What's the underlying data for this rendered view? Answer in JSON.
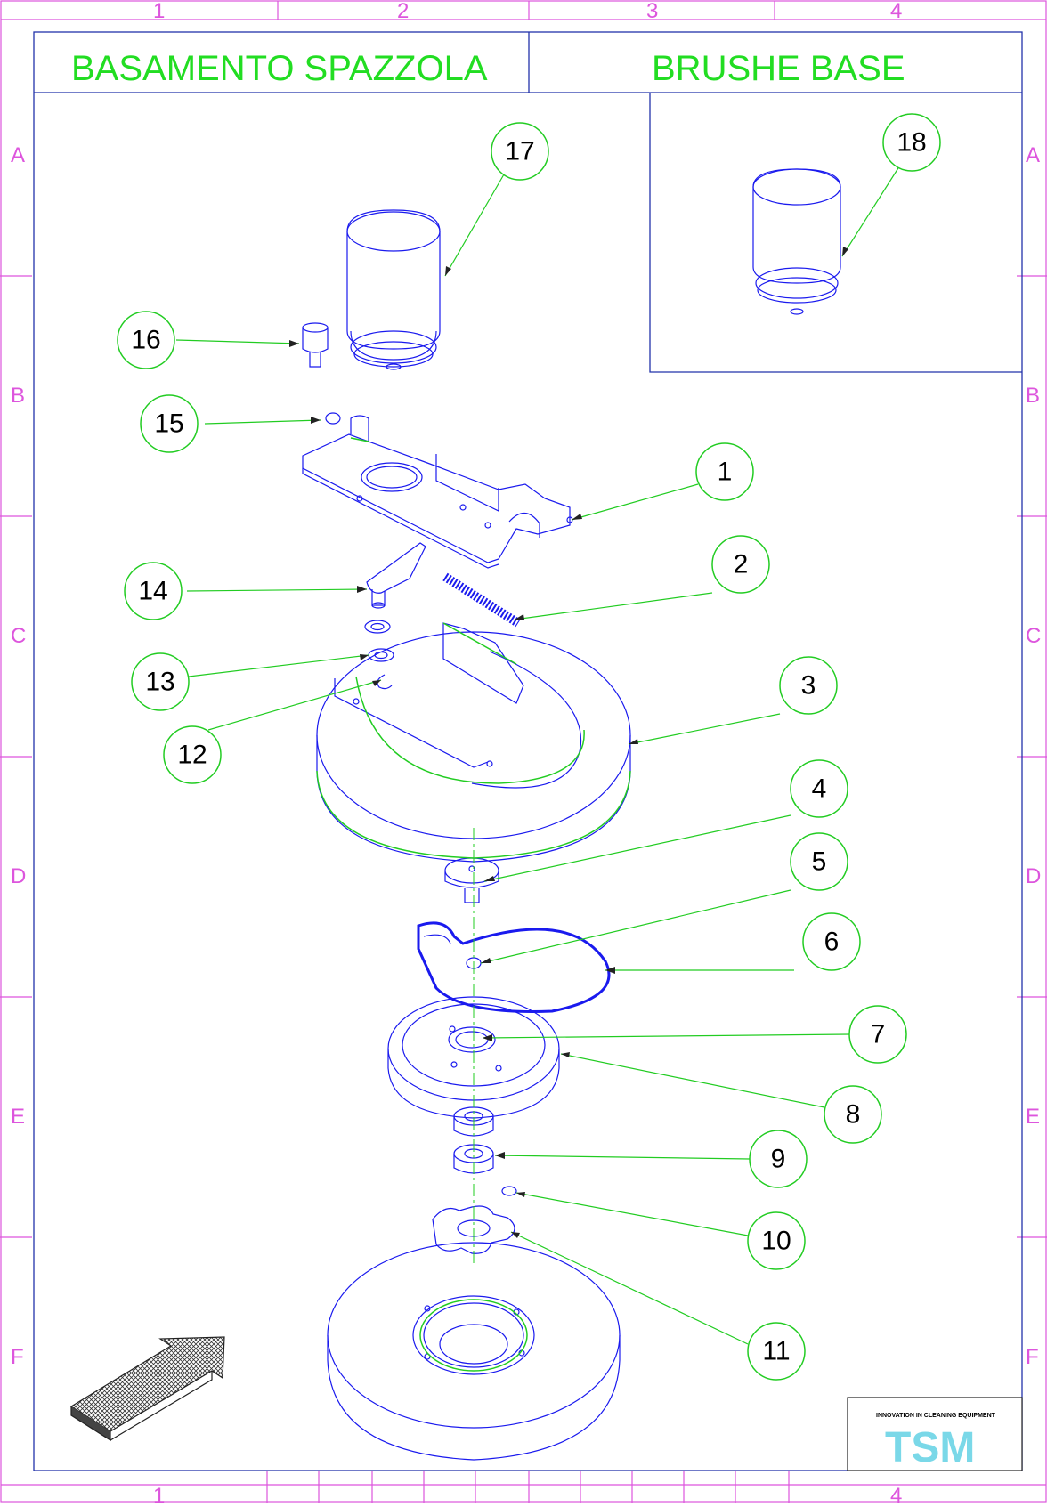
{
  "titles": {
    "left": "BASAMENTO SPAZZOLA",
    "right": "BRUSHE BASE"
  },
  "grid": {
    "columns": [
      "1",
      "2",
      "3",
      "4"
    ],
    "rows": [
      "A",
      "B",
      "C",
      "D",
      "E",
      "F"
    ]
  },
  "balloons": [
    "1",
    "2",
    "3",
    "4",
    "5",
    "6",
    "7",
    "8",
    "9",
    "10",
    "11",
    "12",
    "13",
    "14",
    "15",
    "16",
    "17",
    "18"
  ],
  "logo": {
    "tagline": "INNOVATION IN CLEANING EQUIPMENT",
    "text": "TSM"
  },
  "colors": {
    "frame": "#dd55dd",
    "border": "#2233aa",
    "part": "#1a1aee",
    "leader": "#22cc22",
    "title": "#22dd22"
  }
}
